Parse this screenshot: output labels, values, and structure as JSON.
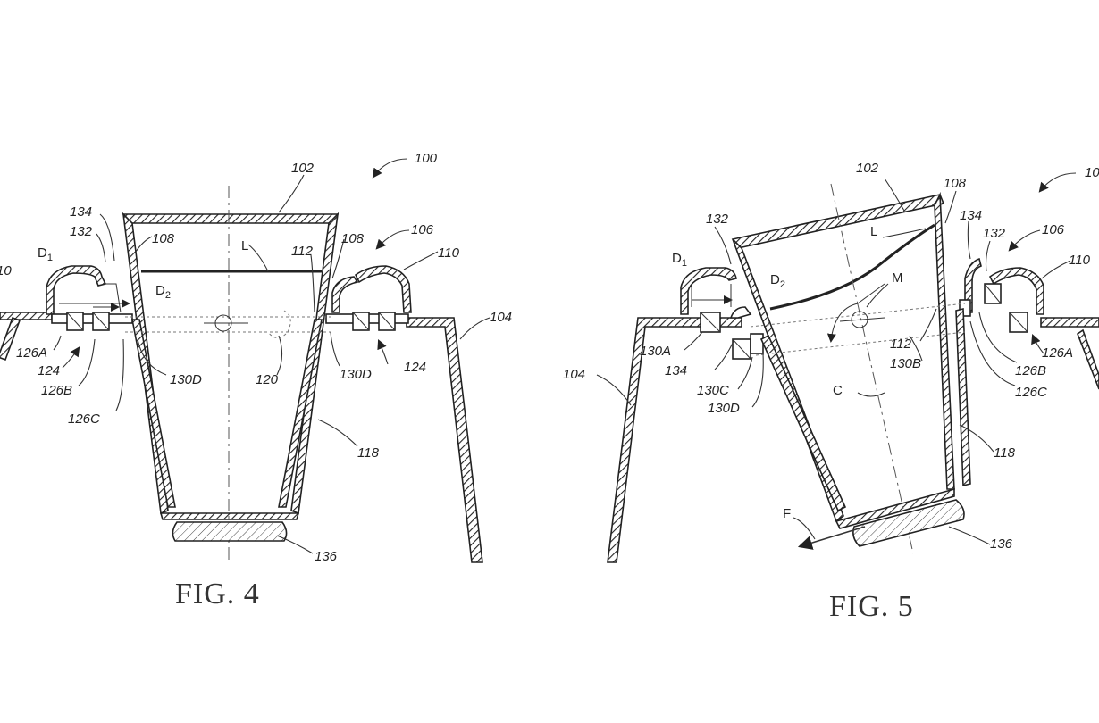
{
  "figures": [
    {
      "caption": "FIG. 4",
      "labels": {
        "l100": "100",
        "l102": "102",
        "l106": "106",
        "l108a": "108",
        "l108b": "108",
        "l110": "110",
        "l104": "104",
        "l134": "134",
        "l132": "132",
        "d1": "D",
        "d1sub": "1",
        "d2": "D",
        "d2sub": "2",
        "lL": "L",
        "l112": "112",
        "l126a": "126A",
        "l124a": "124",
        "l126b": "126B",
        "l126c": "126C",
        "l130d_l": "130D",
        "l120": "120",
        "l130d_r": "130D",
        "l124b": "124",
        "l118": "118",
        "l136": "136",
        "l10": "10"
      }
    },
    {
      "caption": "FIG. 5",
      "labels": {
        "l10x": "10",
        "l102": "102",
        "l108": "108",
        "l132a": "132",
        "l134a": "134",
        "l132b": "132",
        "l106": "106",
        "l110": "110",
        "d1": "D",
        "d1sub": "1",
        "d2": "D",
        "d2sub": "2",
        "lL": "L",
        "lM": "M",
        "l104": "104",
        "l130a": "130A",
        "l134b": "134",
        "l130c": "130C",
        "l130d": "130D",
        "l112": "112",
        "l130b": "130B",
        "l126a": "126A",
        "l126b": "126B",
        "l126c": "126C",
        "lC": "C",
        "l118": "118",
        "lF": "F",
        "l136": "136"
      }
    }
  ]
}
